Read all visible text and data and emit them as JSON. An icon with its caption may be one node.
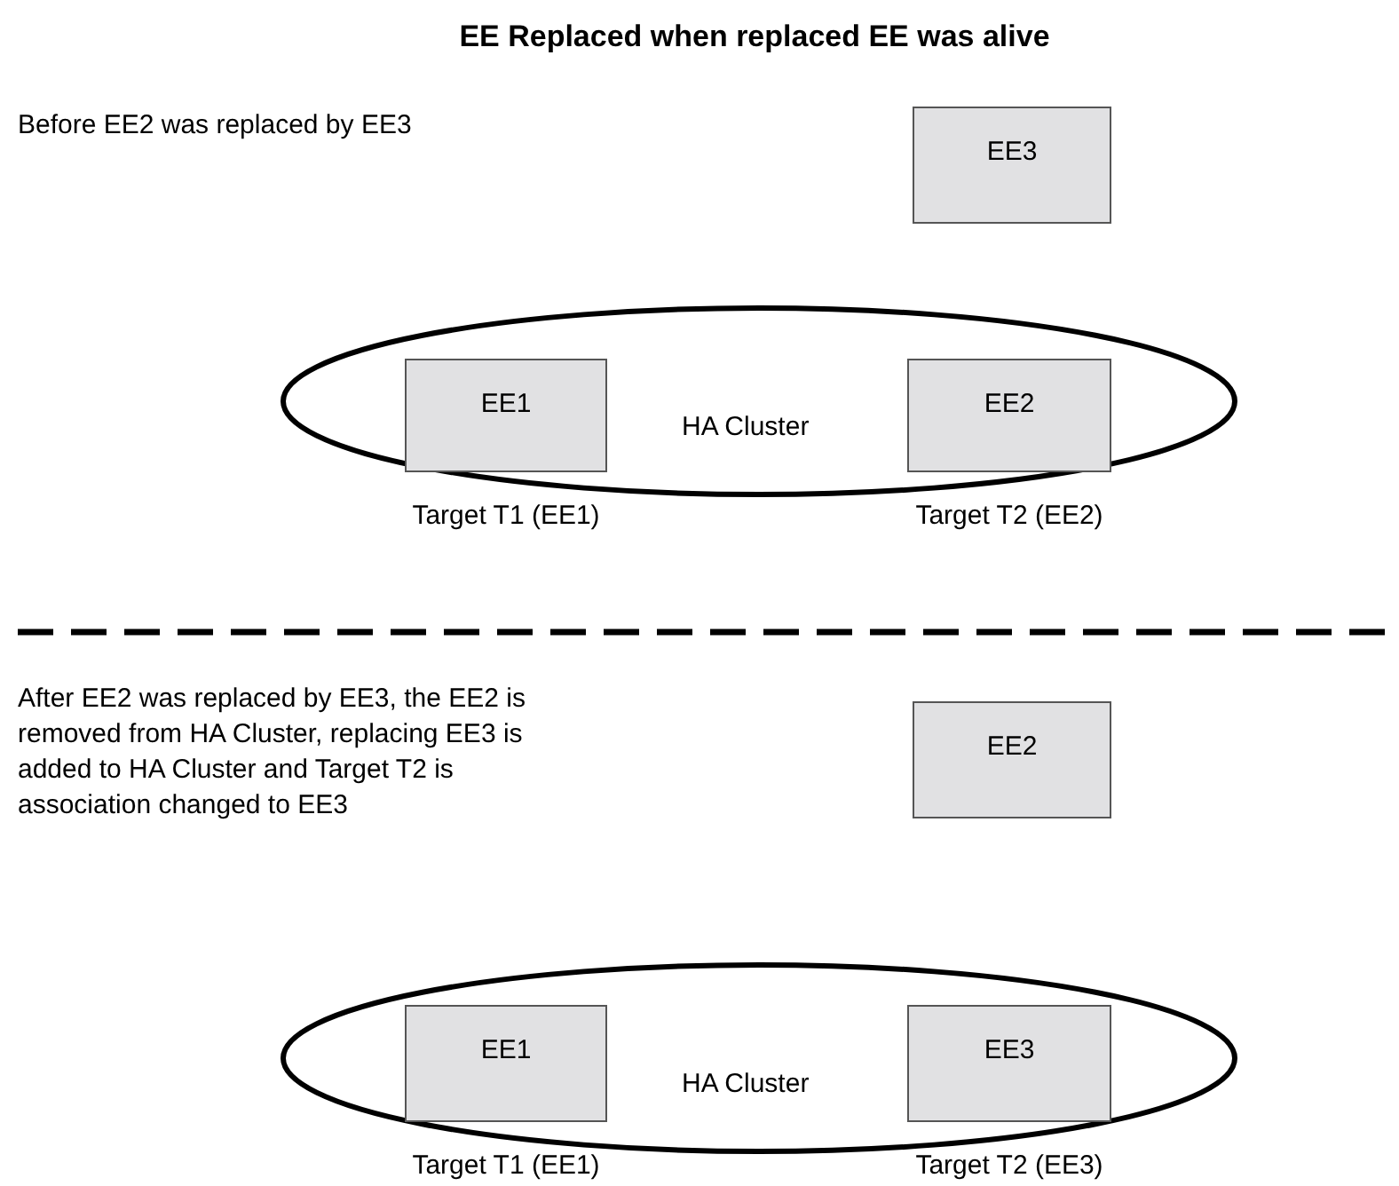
{
  "diagram": {
    "title": "EE Replaced when replaced EE was alive",
    "nodes": [
      {
        "text": [
          "EE3"
        ]
      },
      {
        "text": [
          "HA Cluster"
        ]
      },
      {
        "text": [
          "EE1"
        ],
        "in": 1,
        "beside": [
          "Target T1 (EE1)"
        ]
      },
      {
        "text": [
          "EE2"
        ],
        "in": 1,
        "beside": [
          "Target T2 (EE2)"
        ]
      },
      {
        "text": [
          "EE2"
        ]
      },
      {
        "text": [
          "HA Cluster"
        ]
      },
      {
        "text": [
          "EE1"
        ],
        "in": 5,
        "beside": [
          "Target T1 (EE1)"
        ]
      },
      {
        "text": [
          "EE3"
        ],
        "in": 5,
        "beside": [
          "Target T2 (EE3)"
        ]
      }
    ],
    "labels": [
      "Before EE2 was replaced by EE3",
      "After EE2 was replaced by EE3, the EE2 is removed from HA Cluster, replacing EE3 is added to HA Cluster and Target T2 is association changed to EE3"
    ]
  }
}
